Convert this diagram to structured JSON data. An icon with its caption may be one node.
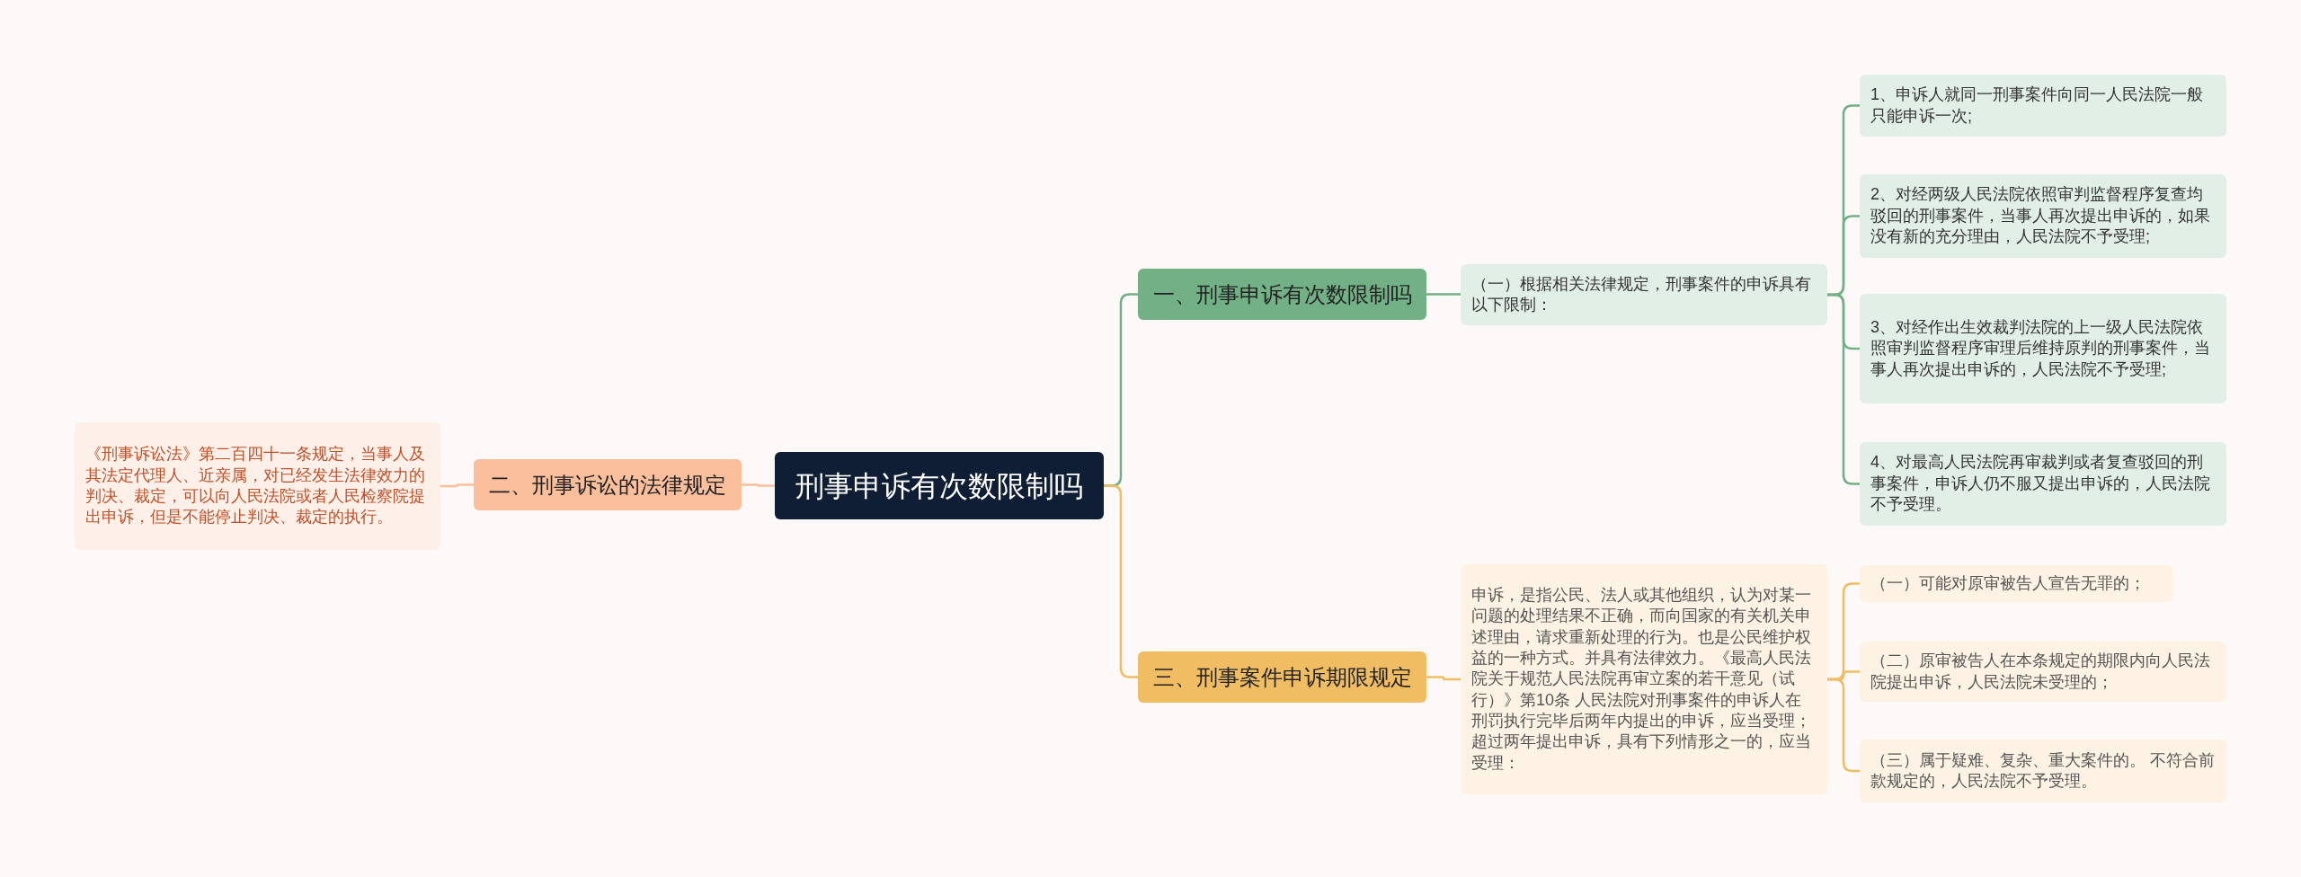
{
  "diagram": {
    "nodes": [
      {
        "text": [
          "刑事申诉有次数限制吗"
        ]
      },
      {
        "text": [
          "一、刑事申诉有次数限制吗"
        ]
      },
      {
        "text": [
          "（一）根据相关法律规定，刑事案件的申诉具有以下限制："
        ]
      },
      {
        "text": [
          "1、申诉人就同一刑事案件向同一人民法院一般只能申诉一次;"
        ]
      },
      {
        "text": [
          "2、对经两级人民法院依照审判监督程序复查均驳回的刑事案件，当事人再次提出申诉的，如果没有新的充分理由，人民法院不予受理;"
        ]
      },
      {
        "text": [
          "3、对经作出生效裁判法院的上一级人民法院依照审判监督程序审理后维持原判的刑事案件，当事人再次提出申诉的，人民法院不予受理;"
        ]
      },
      {
        "text": [
          "4、对最高人民法院再审裁判或者复查驳回的刑事案件，申诉人仍不服又提出申诉的，人民法院不予受理。"
        ]
      },
      {
        "text": [
          "三、刑事案件申诉期限规定"
        ]
      },
      {
        "text": [
          "申诉，是指公民、法人或其他组织，认为对某一问题的处理结果不正确，而向国家的有关机关申述理由，请求重新处理的行为。也是公民维护权益的一种方式。并具有法律效力。《最高人民法院关于规范人民法院再审立案的若干意见（试行）》第10条 人民法院对刑事案件的申诉人在刑罚执行完毕后两年内提出的申诉，应当受理；超过两年提出申诉，具有下列情形之一的，应当受理："
        ]
      },
      {
        "text": [
          "（一）可能对原审被告人宣告无罪的；"
        ]
      },
      {
        "text": [
          "（二）原审被告人在本条规定的期限内向人民法院提出申诉，人民法院未受理的；"
        ]
      },
      {
        "text": [
          "（三）属于疑难、复杂、重大案件的。 不符合前款规定的，人民法院不予受理。"
        ]
      },
      {
        "text": [
          "二、刑事诉讼的法律规定"
        ]
      },
      {
        "text": [
          "《刑事诉讼法》第二百四十一条规定，当事人及其法定代理人、近亲属，对已经发生法律效力的判决、裁定，可以向人民法院或者人民检察院提出申诉，但是不能停止判决、裁定的执行。"
        ]
      }
    ],
    "edges": [
      {
        "from": 0,
        "to": 1,
        "arrow": "none",
        "color": "#72b085"
      },
      {
        "from": 1,
        "to": 2,
        "arrow": "none",
        "color": "#72b085"
      },
      {
        "from": 2,
        "to": 3,
        "arrow": "none",
        "color": "#72b085"
      },
      {
        "from": 2,
        "to": 4,
        "arrow": "none",
        "color": "#72b085"
      },
      {
        "from": 2,
        "to": 5,
        "arrow": "none",
        "color": "#72b085"
      },
      {
        "from": 2,
        "to": 6,
        "arrow": "none",
        "color": "#72b085"
      },
      {
        "from": 0,
        "to": 7,
        "arrow": "none",
        "color": "#f0bd62"
      },
      {
        "from": 7,
        "to": 8,
        "arrow": "none",
        "color": "#f0bd62"
      },
      {
        "from": 8,
        "to": 9,
        "arrow": "none",
        "color": "#f0bd62"
      },
      {
        "from": 8,
        "to": 10,
        "arrow": "none",
        "color": "#f0bd62"
      },
      {
        "from": 8,
        "to": 11,
        "arrow": "none",
        "color": "#f0bd62"
      },
      {
        "from": 0,
        "to": 12,
        "arrow": "none",
        "color": "#fbbf9c"
      },
      {
        "from": 12,
        "to": 13,
        "arrow": "none",
        "color": "#fbbf9c"
      }
    ]
  }
}
